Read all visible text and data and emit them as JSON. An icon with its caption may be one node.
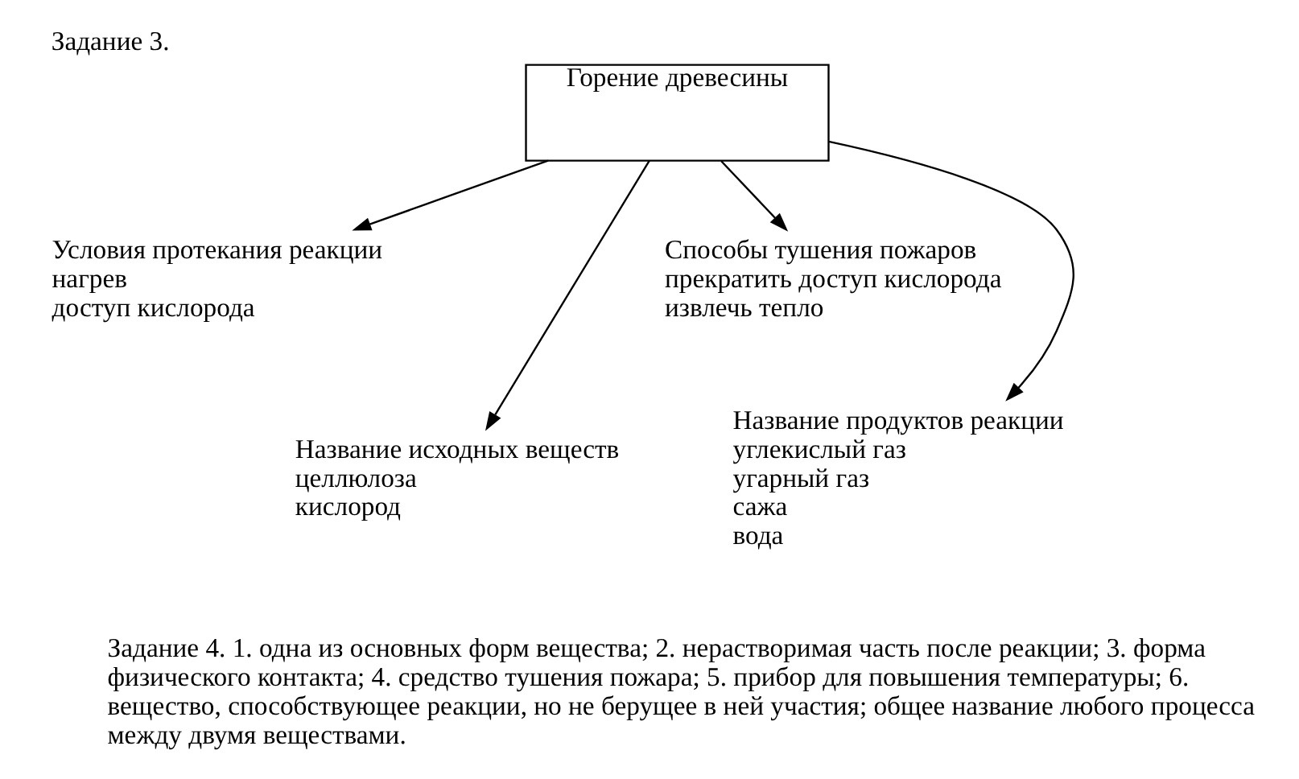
{
  "diagram": {
    "title": "Задание 3.",
    "caption": "Задание 4. 1. одна из основных форм вещества; 2. нерастворимая часть после реакции; 3. форма физического контакта; 4. средство тушения пожара; 5. прибор для повышения температуры; 6. вещество, способствующее реакции, но не берущее в ней участия; общее название любого процесса между двумя веществами.",
    "nodes": [
      {
        "text": [
          "Горение древесины"
        ]
      },
      {
        "text": [
          "Условия протекания реакции",
          "нагрев",
          "доступ кислорода"
        ]
      },
      {
        "text": [
          "Способы тушения пожаров",
          "прекратить доступ кислорода",
          "извлечь тепло"
        ]
      },
      {
        "text": [
          "Название исходных веществ",
          "целлюлоза",
          "кислород"
        ]
      },
      {
        "text": [
          "Название продуктов реакции",
          "углекислый газ",
          "угарный газ",
          "сажа",
          "вода"
        ]
      }
    ],
    "edges": [
      {
        "from": 0,
        "to": 1,
        "arrow": "to"
      },
      {
        "from": 0,
        "to": 3,
        "arrow": "to"
      },
      {
        "from": 0,
        "to": 4,
        "arrow": "to"
      },
      {
        "from": 0,
        "to": 2,
        "arrow": "to"
      }
    ]
  }
}
